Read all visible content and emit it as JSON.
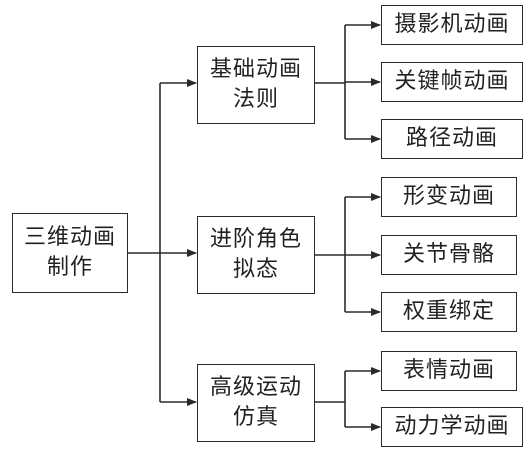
{
  "root": {
    "line1": "三维动画",
    "line2": "制作"
  },
  "categories": [
    {
      "line1": "基础动画",
      "line2": "法则",
      "items": [
        "摄影机动画",
        "关键帧动画",
        "路径动画"
      ]
    },
    {
      "line1": "进阶角色",
      "line2": "拟态",
      "items": [
        "形变动画",
        "关节骨骼",
        "权重绑定"
      ]
    },
    {
      "line1": "高级运动",
      "line2": "仿真",
      "items": [
        "表情动画",
        "动力学动画"
      ]
    }
  ]
}
